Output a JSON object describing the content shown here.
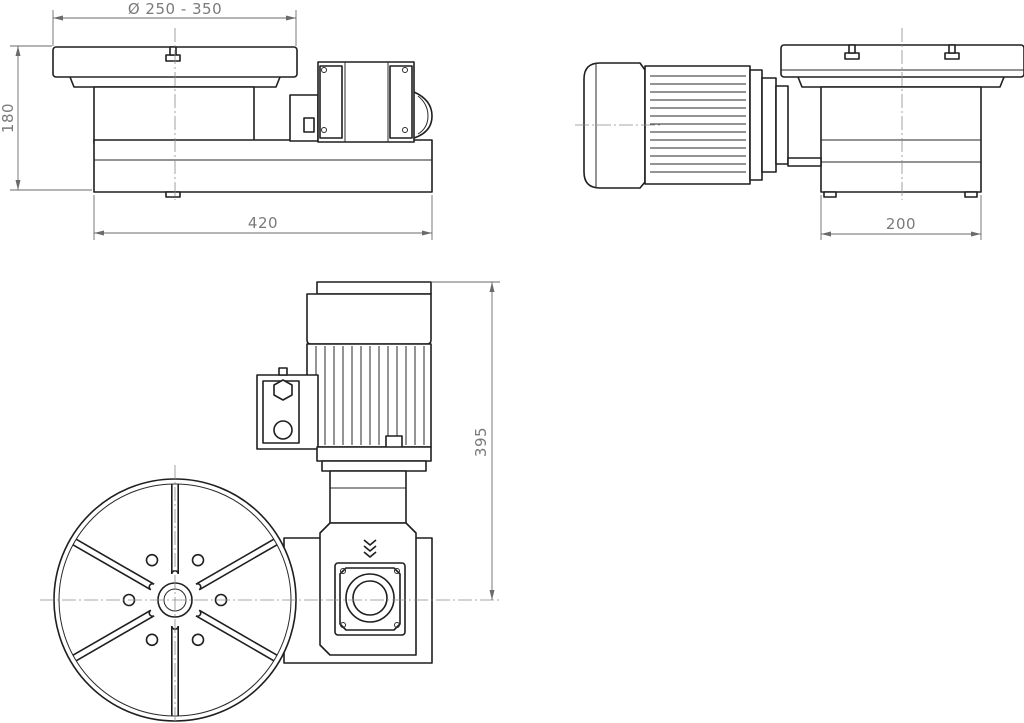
{
  "dimensions": {
    "diameter_range": "Ø 250 - 350",
    "height": "180",
    "length": "420",
    "width": "200",
    "depth": "395"
  }
}
